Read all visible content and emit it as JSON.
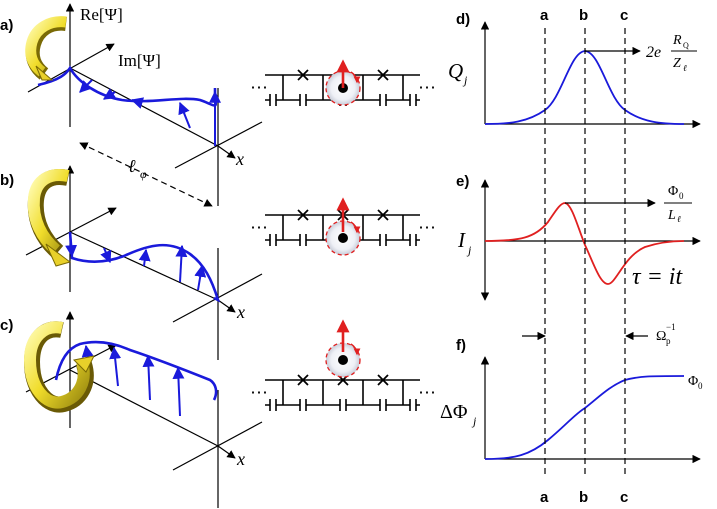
{
  "left": {
    "labels": {
      "a": "a)",
      "b": "b)",
      "c": "c)"
    },
    "axis_re": "Re[Ψ]",
    "axis_im": "Im[Ψ]",
    "axis_x": "x",
    "length": "ℓ",
    "length_sub": "φ",
    "ellipsis": "⋯"
  },
  "right": {
    "panel_d": "d)",
    "panel_e": "e)",
    "panel_f": "f)",
    "q_label": "Q",
    "q_sub": "j",
    "q_ann_prefix": "2e",
    "q_ann_num": "R",
    "q_ann_num_sub": "Q",
    "q_ann_den": "Z",
    "q_ann_den_sub": "ℓ",
    "i_label": "I",
    "i_sub": "j",
    "i_ann_num": "Φ",
    "i_ann_num_sub": "0",
    "i_ann_den": "L",
    "i_ann_den_sub": "ℓ",
    "tau": "τ = it",
    "omega": "Ω",
    "omega_sub": "p",
    "omega_sup": "−1",
    "phi_label": "ΔΦ",
    "phi_sub": "j",
    "phi_end": "Φ",
    "phi_end_sub": "0",
    "markers": [
      "a",
      "b",
      "c"
    ]
  },
  "colors": {
    "wave": "#1a1adb",
    "current": "#e02020",
    "ring": "#f2e23a",
    "ring_edge": "#8a7a10"
  }
}
